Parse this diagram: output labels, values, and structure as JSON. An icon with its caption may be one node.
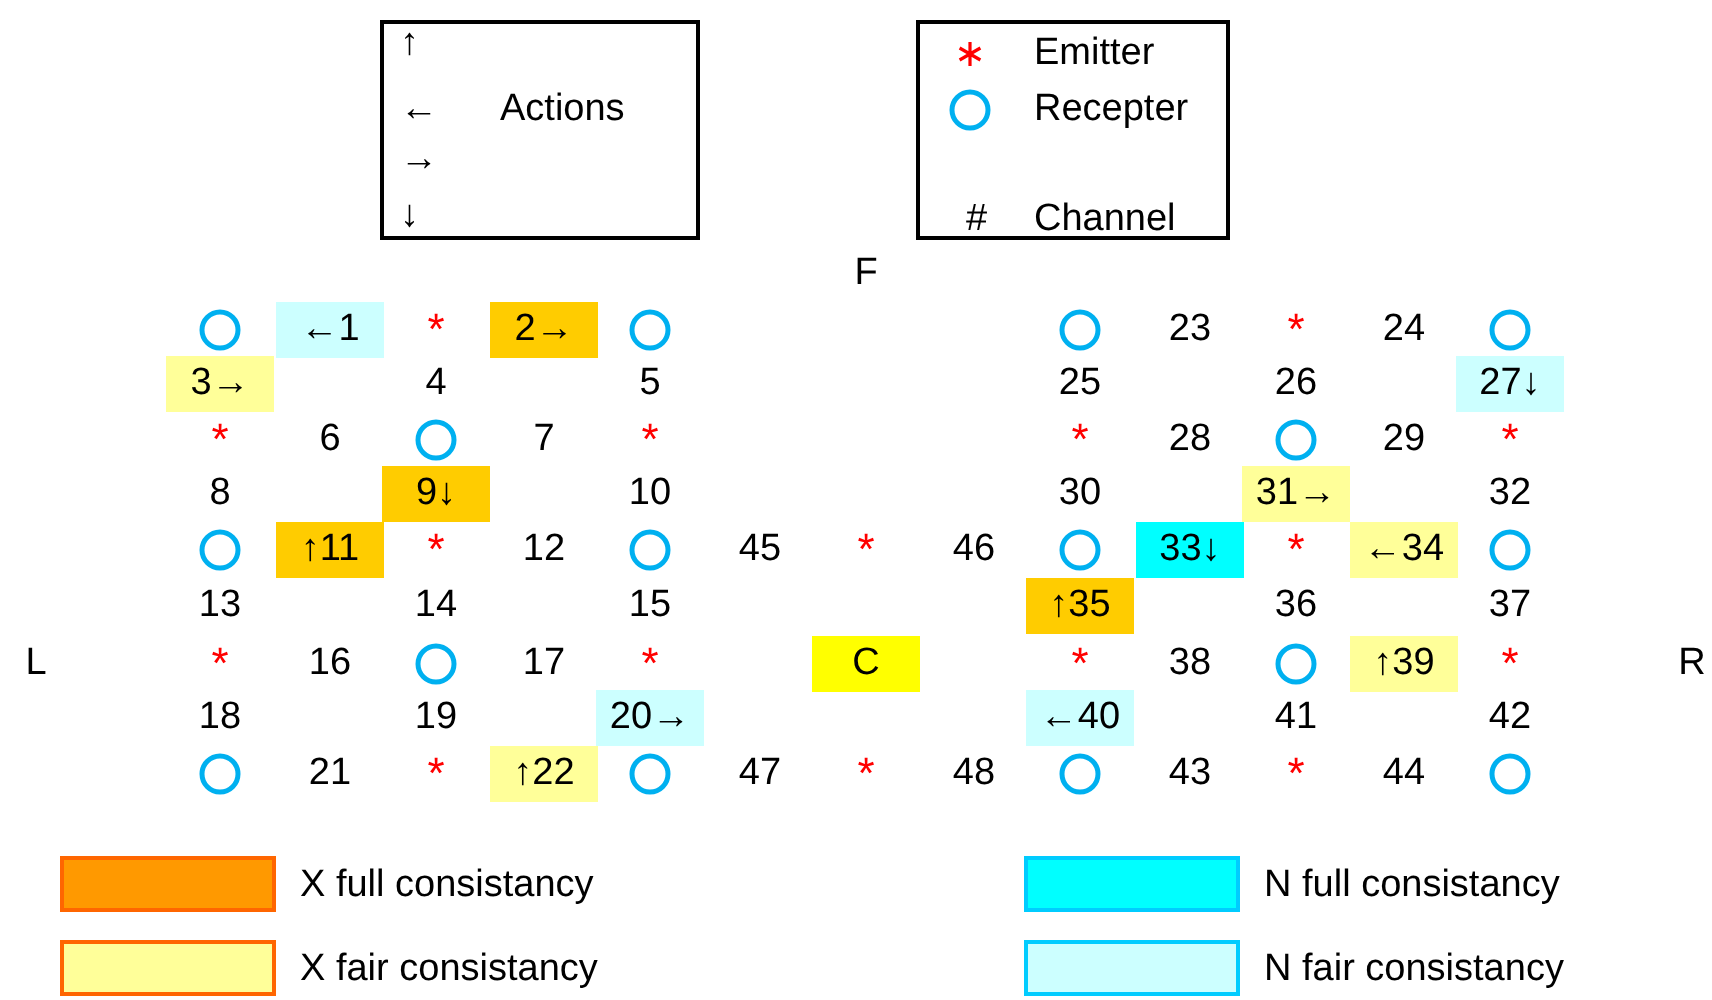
{
  "diagram": {
    "nodes": [
      {
        "text": [
          "↑",
          "←",
          "→",
          "↓",
          "Actions"
        ]
      },
      {
        "text": [
          "Emitter",
          "Recepter",
          "#",
          "Channel"
        ]
      },
      {
        "text": [
          "←1"
        ]
      },
      {
        "text": [
          "2→"
        ]
      },
      {
        "text": [
          "3→"
        ]
      },
      {
        "text": [
          "27↓"
        ]
      },
      {
        "text": [
          "9↓"
        ]
      },
      {
        "text": [
          "31→"
        ]
      },
      {
        "text": [
          "↑11"
        ]
      },
      {
        "text": [
          "33↓"
        ]
      },
      {
        "text": [
          "←34"
        ]
      },
      {
        "text": [
          "↑35"
        ]
      },
      {
        "text": [
          "C"
        ]
      },
      {
        "text": [
          "↑39"
        ]
      },
      {
        "text": [
          "20→"
        ]
      },
      {
        "text": [
          "←40"
        ]
      },
      {
        "text": [
          "↑22"
        ]
      }
    ],
    "labels": [
      "F",
      "*",
      "23",
      "*",
      "24",
      "4",
      "5",
      "25",
      "26",
      "*",
      "6",
      "7",
      "*",
      "*",
      "28",
      "29",
      "*",
      "8",
      "10",
      "30",
      "32",
      "*",
      "12",
      "45",
      "*",
      "46",
      "*",
      "13",
      "14",
      "15",
      "36",
      "37",
      "L",
      "*",
      "16",
      "17",
      "*",
      "*",
      "38",
      "*",
      "R",
      "18",
      "19",
      "41",
      "42",
      "21",
      "*",
      "47",
      "*",
      "48",
      "43",
      "*",
      "44"
    ],
    "legend": [
      {
        "text": "X full consistancy",
        "color": "#ff9900"
      },
      {
        "text": "X fair consistancy",
        "color": "#ffff99"
      },
      {
        "text": "N full consistancy",
        "color": "#00ffff"
      },
      {
        "text": "N fair consistancy",
        "color": "#ccffff"
      }
    ]
  }
}
